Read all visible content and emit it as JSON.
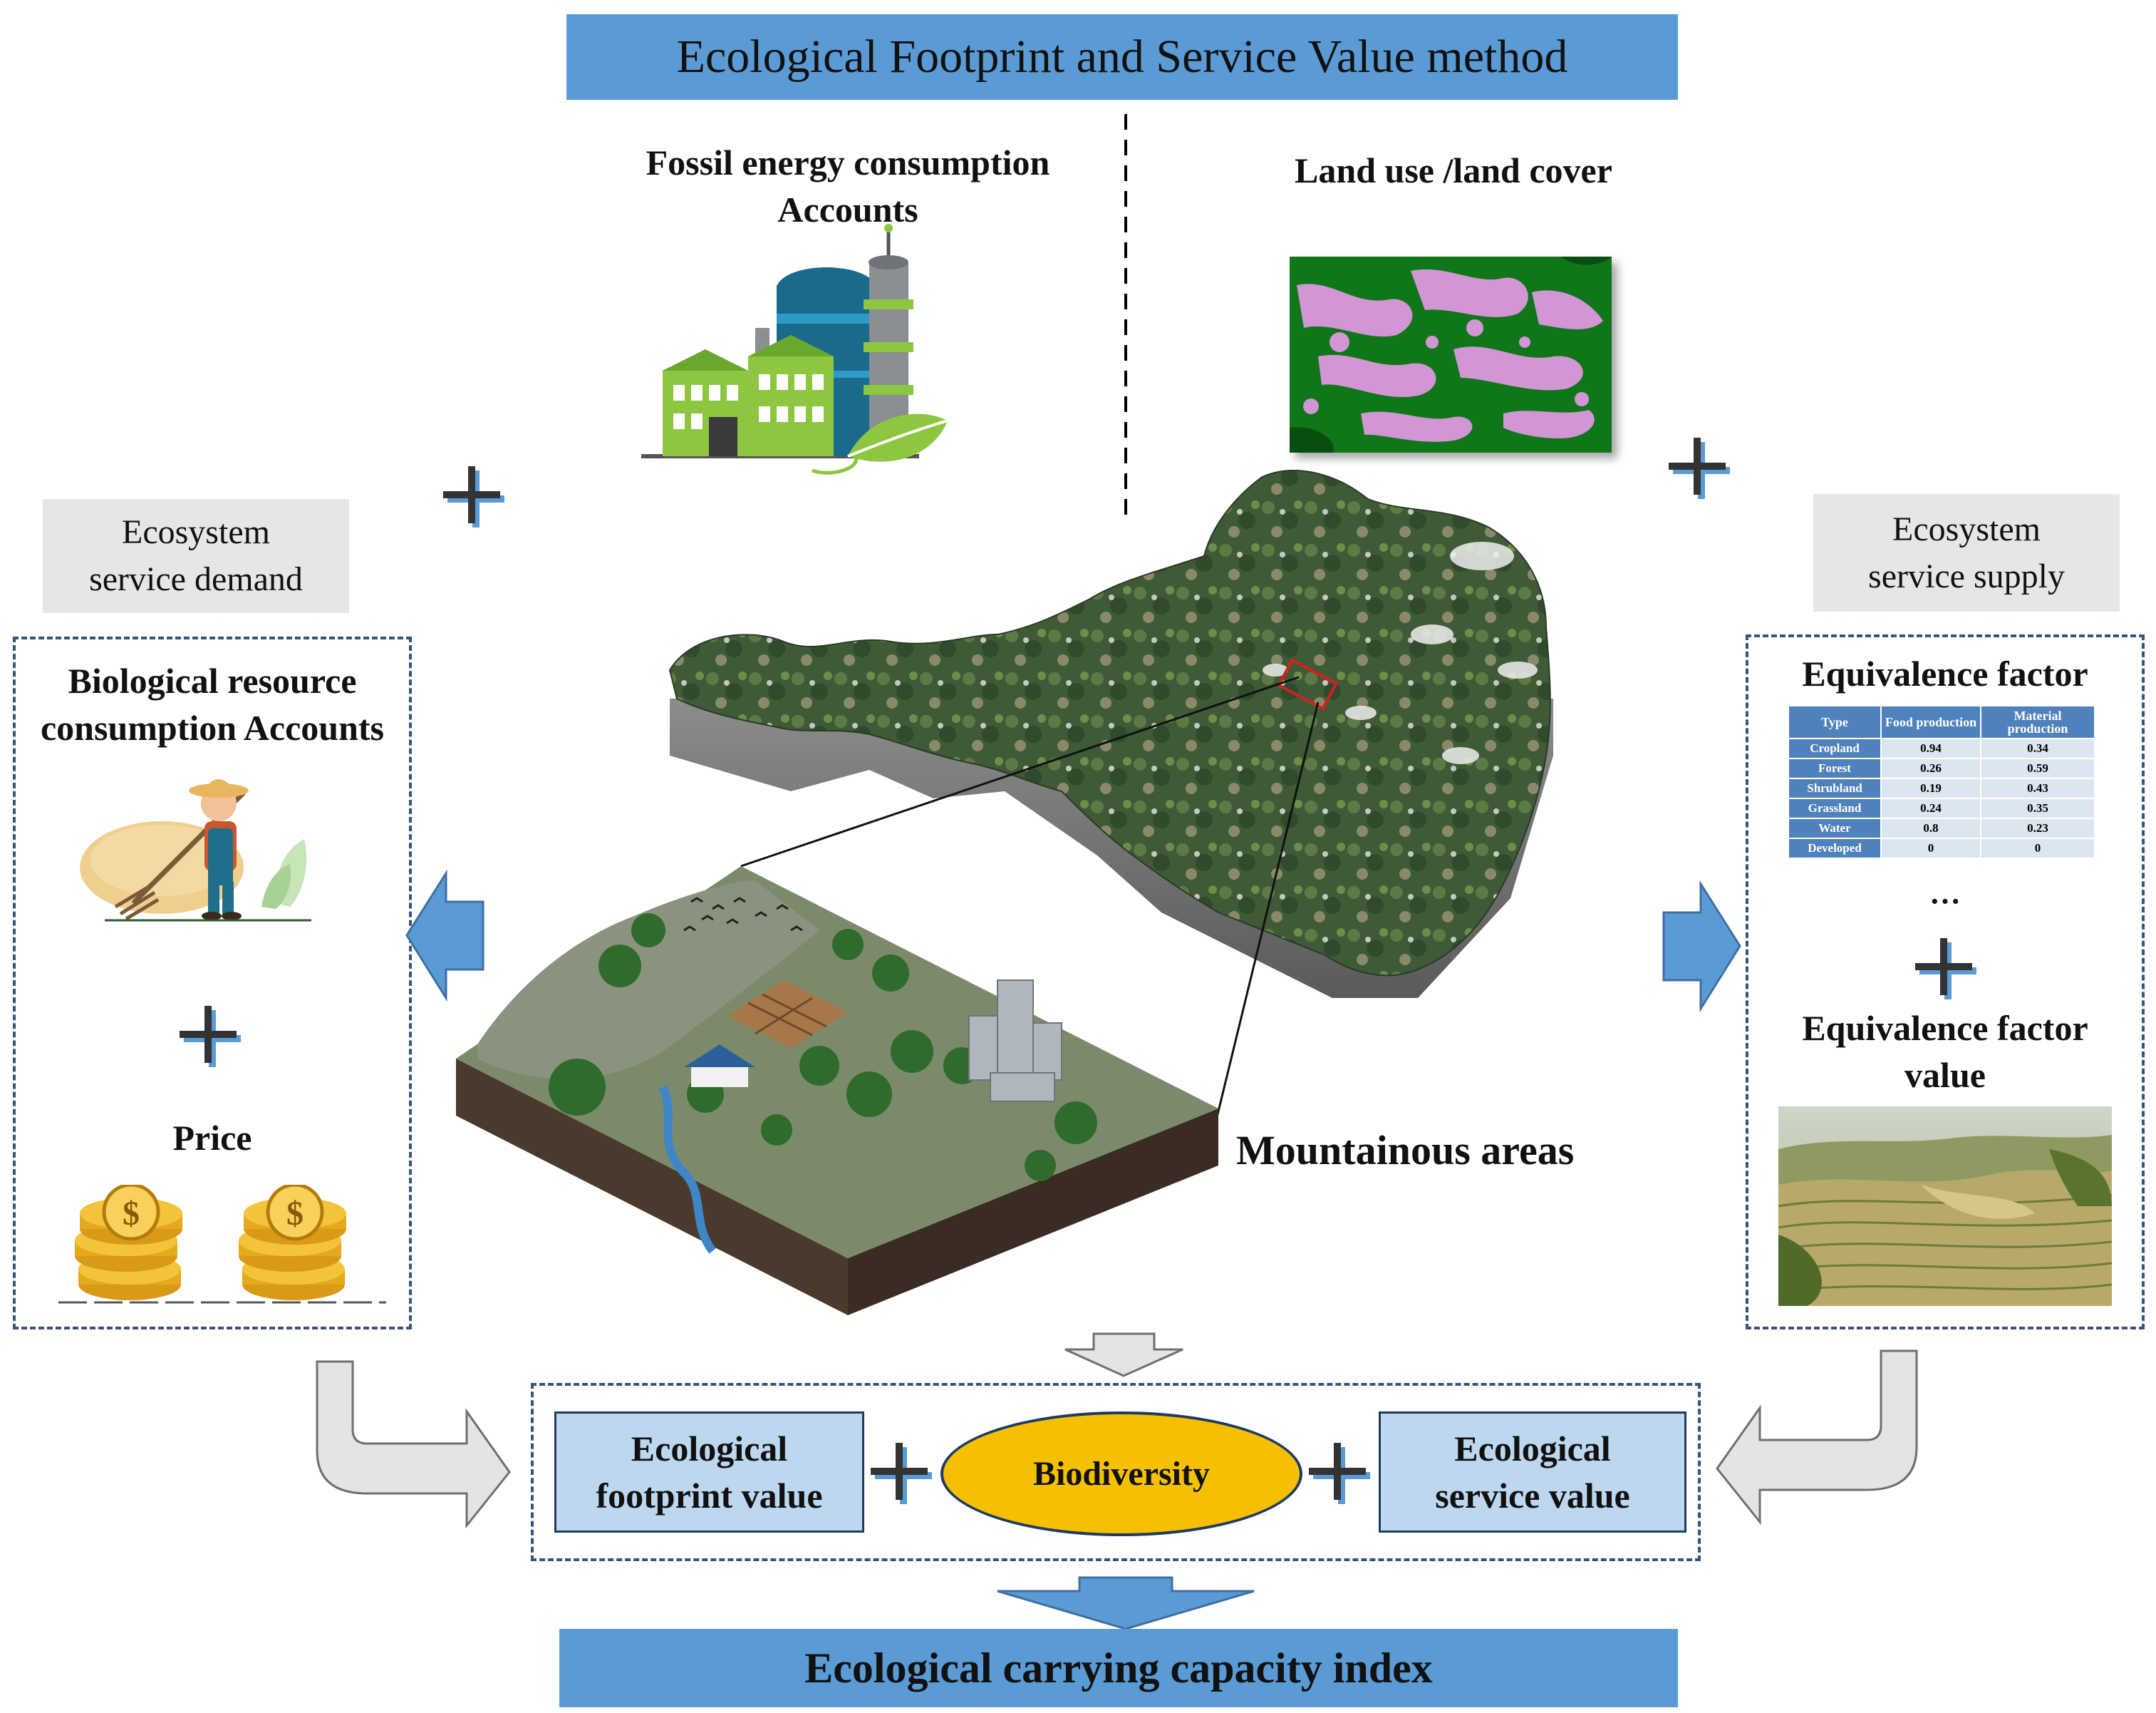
{
  "title": "Ecological Footprint and Service Value method",
  "bottom_title": "Ecological carrying capacity index",
  "fossil": {
    "line1": "Fossil energy consumption",
    "line2": "Accounts"
  },
  "land": {
    "label": "Land use /land cover"
  },
  "demand_tag": {
    "line1": "Ecosystem",
    "line2": "service demand"
  },
  "supply_tag": {
    "line1": "Ecosystem",
    "line2": "service supply"
  },
  "left_panel": {
    "bio_line1": "Biological resource",
    "bio_line2": "consumption Accounts",
    "price": "Price"
  },
  "right_panel": {
    "eq_title": "Equivalence factor",
    "ellipsis": "···",
    "eq_value_line1": "Equivalence factor",
    "eq_value_line2": "value",
    "table": {
      "headers": [
        "Type",
        "Food production",
        "Material production"
      ],
      "rows": [
        [
          "Cropland",
          "0.94",
          "0.34"
        ],
        [
          "Forest",
          "0.26",
          "0.59"
        ],
        [
          "Shrubland",
          "0.19",
          "0.43"
        ],
        [
          "Grassland",
          "0.24",
          "0.35"
        ],
        [
          "Water",
          "0.8",
          "0.23"
        ],
        [
          "Developed",
          "0",
          "0"
        ]
      ]
    }
  },
  "mountain_label": "Mountainous areas",
  "center": {
    "efv_line1": "Ecological",
    "efv_line2": "footprint value",
    "biodiversity": "Biodiversity",
    "esv_line1": "Ecological",
    "esv_line2": "service value"
  },
  "colors": {
    "banner": "#5b9bd5",
    "ellipse": "#f5c000",
    "box": "#bdd7ee",
    "arrow_blue": "#5b9bd5",
    "arrow_gray": "#e4e4e4"
  }
}
